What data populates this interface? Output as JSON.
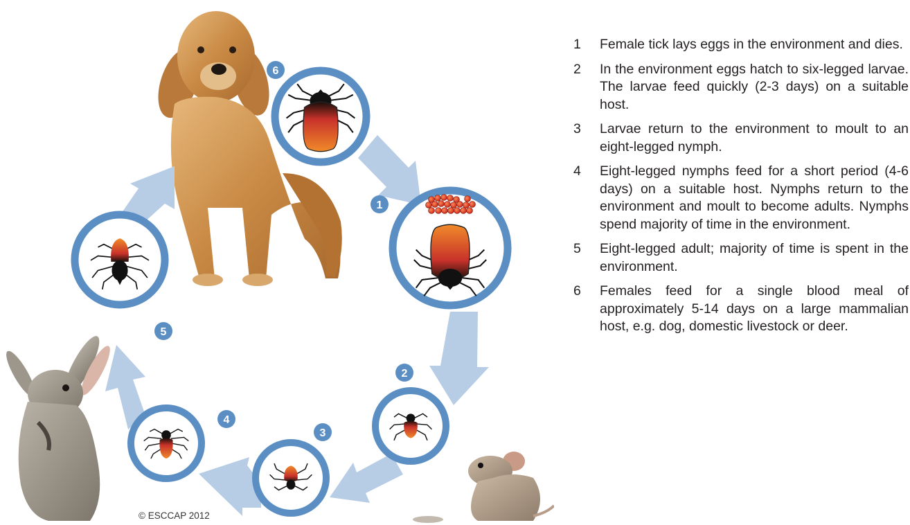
{
  "steps": [
    {
      "number": "1",
      "text": "Female tick lays eggs in the environment and dies."
    },
    {
      "number": "2",
      "text": "In the environment eggs hatch to six-legged larvae. The larvae feed quickly (2-3 days) on a suitable host."
    },
    {
      "number": "3",
      "text": "Larvae return to the environment to moult to an eight-legged nymph."
    },
    {
      "number": "4",
      "text": "Eight-legged nymphs feed for a short period (4-6 days) on a suitable host. Nymphs return to the environment and moult to become adults. Nymphs spend majority of time in the environment."
    },
    {
      "number": "5",
      "text": "Eight-legged adult; majority of time is spent in the environment."
    },
    {
      "number": "6",
      "text": "Females feed for a single blood meal of approximately 5-14 days on a large mammalian host, e.g. dog, domestic livestock or deer."
    }
  ],
  "badges": [
    "1",
    "2",
    "3",
    "4",
    "5",
    "6"
  ],
  "copyright": "© ESCCAP 2012",
  "colors": {
    "ring": "#5b8fc4",
    "arrow": "#b7cde6",
    "badge": "#5b8fc4",
    "tick_body_top": "#2a1a12",
    "tick_body_mid": "#c8322a",
    "tick_body_bottom": "#f08a2a",
    "egg": "#e0452a"
  },
  "icons": [
    "dog-image",
    "rabbit-image",
    "mouse-image",
    "tick-icon",
    "egg-cluster-icon"
  ]
}
